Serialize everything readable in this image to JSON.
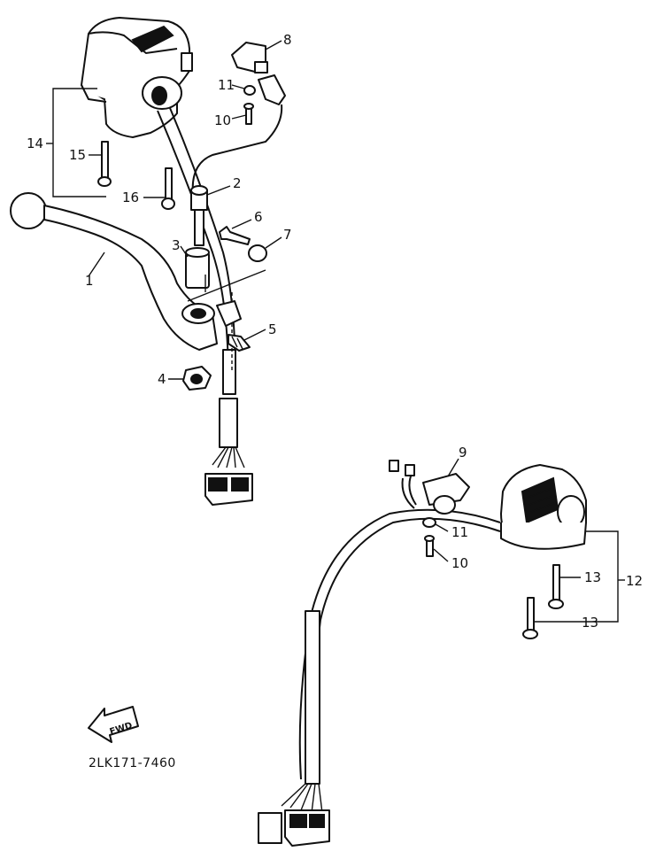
{
  "callouts": {
    "c1": "1",
    "c2": "2",
    "c3": "3",
    "c4": "4",
    "c5": "5",
    "c6": "6",
    "c7": "7",
    "c8": "8",
    "c9": "9",
    "c10a": "10",
    "c10b": "10",
    "c11a": "11",
    "c11b": "11",
    "c12": "12",
    "c13a": "13",
    "c13b": "13",
    "c14": "14",
    "c15": "15",
    "c16": "16"
  },
  "fwd_label": "FWD",
  "diagram_code": "2LK171-7460"
}
